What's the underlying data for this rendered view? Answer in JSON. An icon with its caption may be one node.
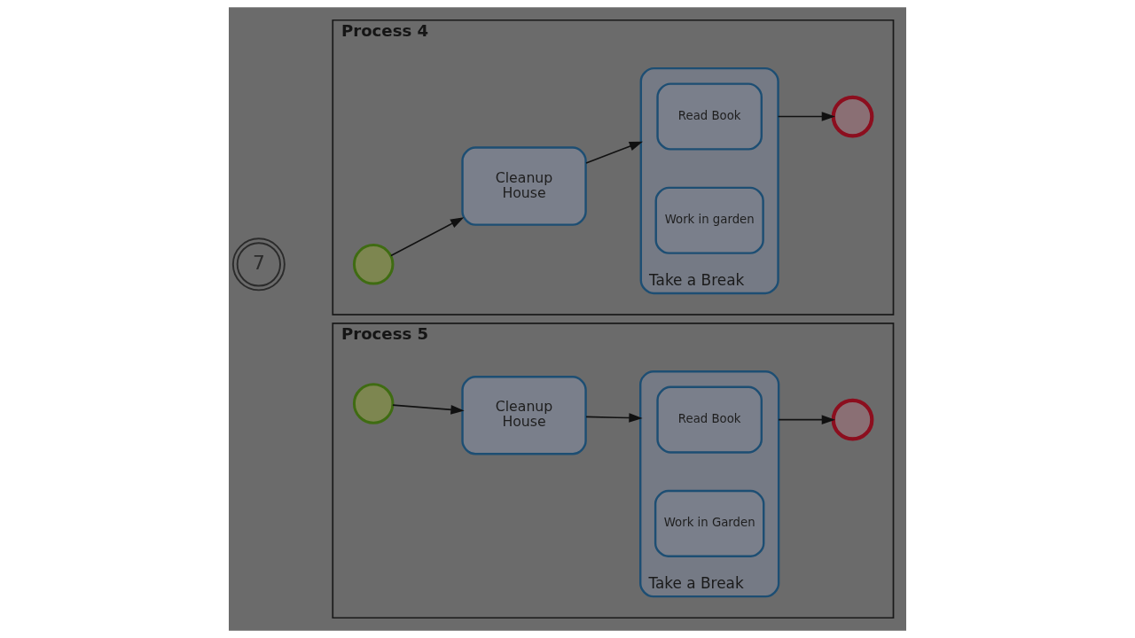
{
  "diagram": {
    "nodes": [
      {
        "text": [
          "7"
        ]
      },
      {
        "text": [
          "Process 4"
        ]
      },
      {
        "text": [],
        "shape": "circle",
        "in": 1
      },
      {
        "text": [
          "Cleanup House"
        ],
        "in": 1
      },
      {
        "text": [
          "Take a Break"
        ],
        "in": 1
      },
      {
        "text": [
          "Read Book"
        ],
        "in": 4
      },
      {
        "text": [
          "Work in garden"
        ],
        "in": 4
      },
      {
        "text": [],
        "shape": "circle",
        "in": 1
      },
      {
        "text": [
          "Process 5"
        ]
      },
      {
        "text": [],
        "shape": "circle",
        "in": 8
      },
      {
        "text": [
          "Cleanup House"
        ],
        "in": 8
      },
      {
        "text": [
          "Take a Break"
        ],
        "in": 8
      },
      {
        "text": [
          "Read Book"
        ],
        "in": 11
      },
      {
        "text": [
          "Work in Garden"
        ],
        "in": 11
      },
      {
        "text": [],
        "shape": "circle",
        "in": 8
      }
    ],
    "edges": [
      {
        "from": 2,
        "to": 3,
        "arrow": "to"
      },
      {
        "from": 3,
        "to": 4,
        "arrow": "to"
      },
      {
        "from": 4,
        "to": 7,
        "arrow": "to"
      },
      {
        "from": 9,
        "to": 10,
        "arrow": "to"
      },
      {
        "from": 10,
        "to": 11,
        "arrow": "to"
      },
      {
        "from": 11,
        "to": 14,
        "arrow": "to"
      }
    ]
  }
}
